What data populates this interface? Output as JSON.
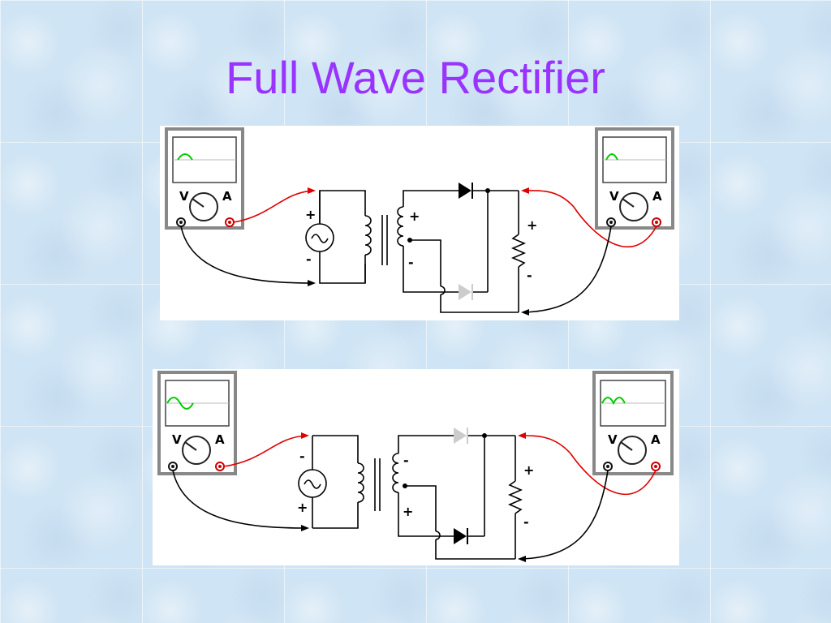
{
  "title": "Full Wave Rectifier",
  "meter_labels": {
    "volt": "V",
    "amp": "A"
  },
  "panels": [
    {
      "source_top": "+",
      "source_bottom": "-",
      "secondary_top": "+",
      "secondary_bottom": "-",
      "load_top": "+",
      "load_bottom": "-"
    },
    {
      "source_top": "-",
      "source_bottom": "+",
      "secondary_top": "-",
      "secondary_bottom": "+",
      "load_top": "+",
      "load_bottom": "-"
    }
  ],
  "colors": {
    "title": "#9933ff",
    "probe_red": "#e00000",
    "trace_green": "#00cc00",
    "meter_gray": "#888888",
    "diode_off": "#cccccc"
  }
}
